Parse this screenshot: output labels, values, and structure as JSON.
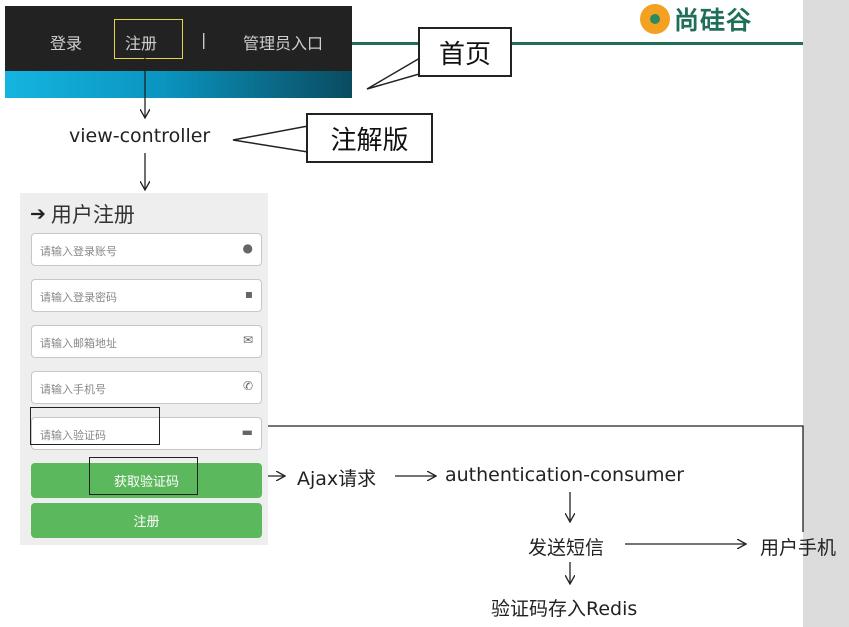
{
  "header": {
    "nav": {
      "login": "登录",
      "register": "注册",
      "separator": "|",
      "admin": "管理员入口"
    },
    "logo": {
      "text": "尚硅谷",
      "icon": "logo-mark-icon",
      "brand_color": "#1f6e5a",
      "accent_color": "#f4a020"
    }
  },
  "callouts": {
    "home": "首页",
    "annotation": "注解版"
  },
  "flow": {
    "view_controller": "view-controller",
    "ajax": "Ajax请求",
    "consumer": "authentication-consumer",
    "send_sms": "发送短信",
    "user_phone": "用户手机",
    "store_redis": "验证码存入Redis"
  },
  "form": {
    "title": "用户注册",
    "title_icon": "sign-in-icon",
    "fields": [
      {
        "placeholder": "请输入登录账号",
        "icon": "user-icon"
      },
      {
        "placeholder": "请输入登录密码",
        "icon": "lock-icon"
      },
      {
        "placeholder": "请输入邮箱地址",
        "icon": "envelope-icon"
      },
      {
        "placeholder": "请输入手机号",
        "icon": "phone-icon"
      },
      {
        "placeholder": "请输入验证码",
        "icon": "comment-icon"
      }
    ],
    "get_code_button": "获取验证码",
    "submit_button": "注册",
    "button_color": "#5cb85c"
  }
}
